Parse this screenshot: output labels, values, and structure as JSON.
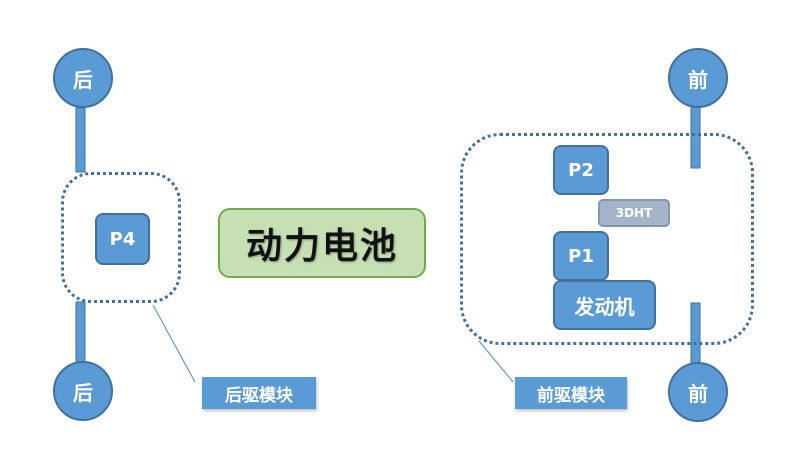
{
  "colors": {
    "component_blue": "#5b9bd5",
    "outline_blue": "#41719c",
    "battery_green": "#c6e0b4",
    "battery_border": "#70ad47",
    "dht_gray": "#a5b4c8"
  },
  "rear": {
    "wheel_label": "后",
    "motor_label": "P4",
    "module_label": "后驱模块"
  },
  "battery": {
    "label": "动力电池"
  },
  "front": {
    "wheel_label": "前",
    "p2_label": "P2",
    "dht_label": "3DHT",
    "p1_label": "P1",
    "engine_label": "发动机",
    "module_label": "前驱模块"
  }
}
